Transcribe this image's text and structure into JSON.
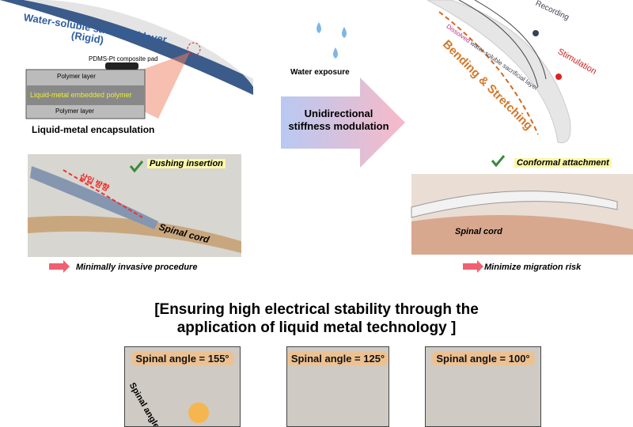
{
  "top_left": {
    "sacrificial_layer": "Water-soluble sacrificial layer",
    "rigid": "(Rigid)",
    "pad": "PDMS-Pt composite pad",
    "polymer_top": "Polymer layer",
    "lm_polymer": "Liquid-metal embedded polymer",
    "polymer_bottom": "Polymer layer",
    "caption": "Liquid-metal encapsulation"
  },
  "middle": {
    "water": "Water exposure",
    "arrow_line1": "Unidirectional",
    "arrow_line2": "stiffness modulation"
  },
  "top_right": {
    "recording": "Recording",
    "stimulation": "Stimulation",
    "dissolved": "Dissolved",
    "dissolved_rest": "water-soluble sacrificial layer",
    "bending": "Bending & Stretching"
  },
  "left_panel": {
    "label": "Pushing insertion",
    "korean": "삽입 방향",
    "cord": "Spinal cord",
    "caption": "Minimally invasive procedure"
  },
  "right_panel": {
    "label": "Conformal attachment",
    "cord": "Spinal cord",
    "caption": "Minimize migration risk"
  },
  "title": {
    "line1": "[Ensuring high electrical stability through the",
    "line2": "application of liquid metal technology ]"
  },
  "photos": [
    {
      "label": "Spinal angle = 155°",
      "side": "Spinal angle"
    },
    {
      "label": "Spinal angle = 125°"
    },
    {
      "label": "Spinal angle = 100°"
    }
  ]
}
